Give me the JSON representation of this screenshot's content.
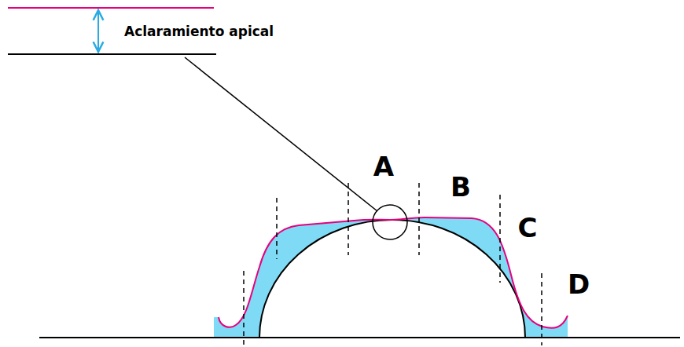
{
  "diagram": {
    "labels": [
      "Aclaramiento apical",
      "A",
      "B",
      "C",
      "D"
    ]
  }
}
